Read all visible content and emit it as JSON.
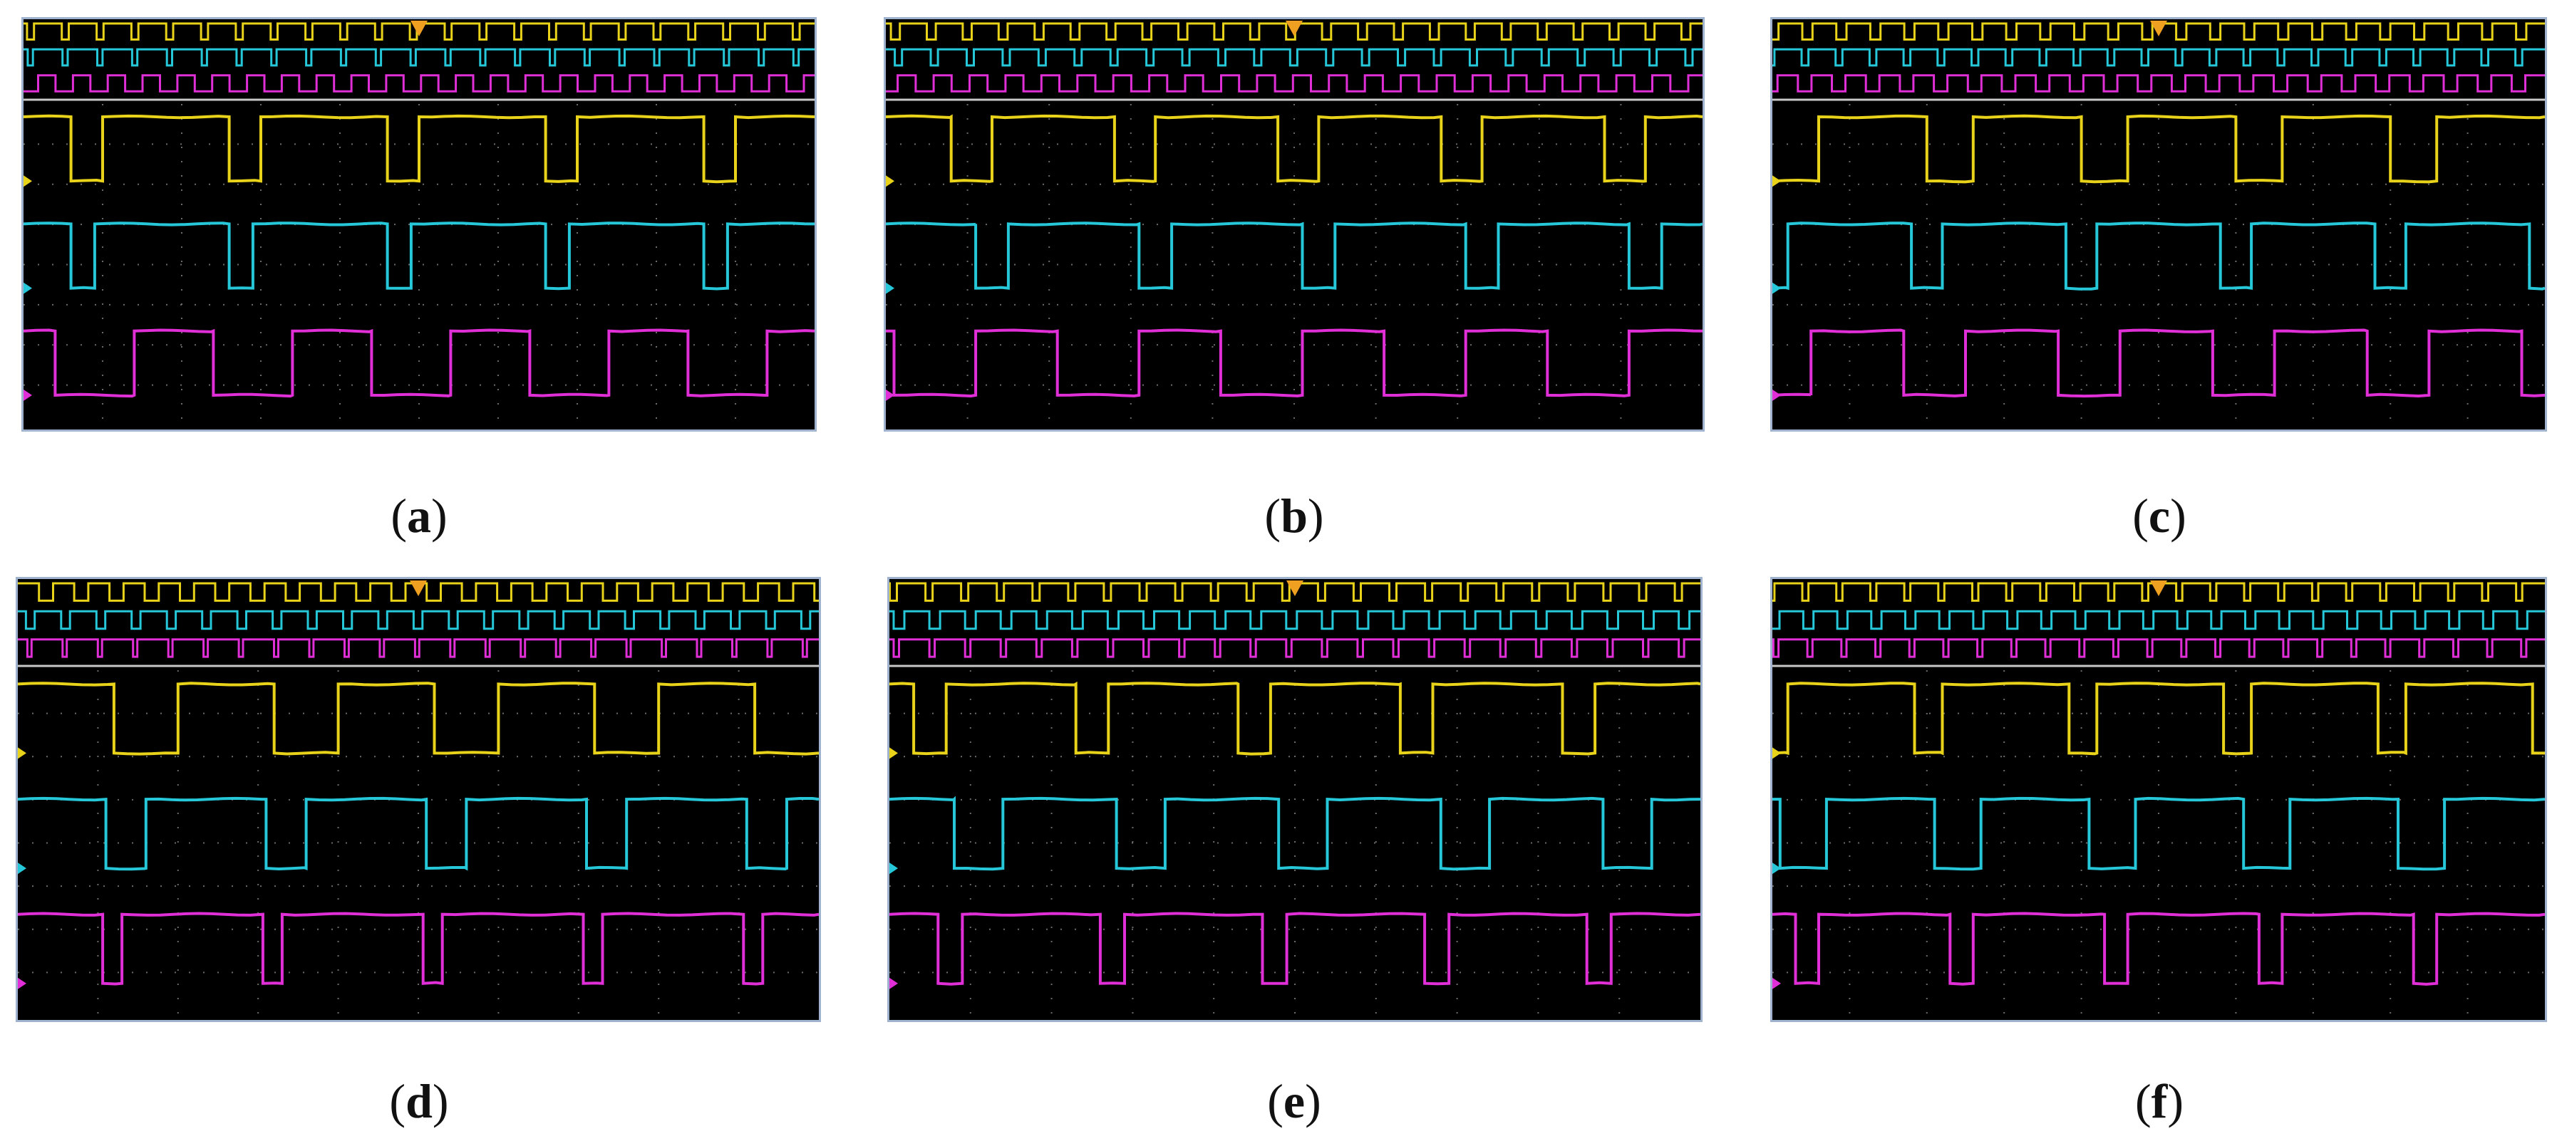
{
  "colors": {
    "ch1": "#e8d21a",
    "ch2": "#25c7d8",
    "ch3": "#e02fd6",
    "trigger": "#f0a020",
    "grid": "#6a6a6a",
    "divider": "#c8c8c8"
  },
  "panels": [
    {
      "id": "a",
      "label": "a",
      "ch1": {
        "period": 0.2,
        "phase": 0.1,
        "duty": 0.8
      },
      "ch2": {
        "period": 0.2,
        "phase": 0.09,
        "duty": 0.85
      },
      "ch3": {
        "period": 0.2,
        "phase": 0.14,
        "duty": 0.5
      }
    },
    {
      "id": "b",
      "label": "b",
      "ch1": {
        "period": 0.2,
        "phase": 0.13,
        "duty": 0.75
      },
      "ch2": {
        "period": 0.2,
        "phase": 0.15,
        "duty": 0.8
      },
      "ch3": {
        "period": 0.2,
        "phase": 0.11,
        "duty": 0.5
      }
    },
    {
      "id": "c",
      "label": "c",
      "ch1": {
        "period": 0.2,
        "phase": 0.06,
        "duty": 0.7
      },
      "ch2": {
        "period": 0.2,
        "phase": 0.02,
        "duty": 0.8
      },
      "ch3": {
        "period": 0.2,
        "phase": 0.05,
        "duty": 0.6
      }
    },
    {
      "id": "d",
      "label": "d",
      "ch1": {
        "period": 0.2,
        "phase": 0.0,
        "duty": 0.6
      },
      "ch2": {
        "period": 0.2,
        "phase": 0.16,
        "duty": 0.75
      },
      "ch3": {
        "period": 0.2,
        "phase": 0.13,
        "duty": 0.88
      }
    },
    {
      "id": "e",
      "label": "e",
      "ch1": {
        "period": 0.2,
        "phase": 0.07,
        "duty": 0.8
      },
      "ch2": {
        "period": 0.2,
        "phase": 0.14,
        "duty": 0.7
      },
      "ch3": {
        "period": 0.2,
        "phase": 0.09,
        "duty": 0.85
      }
    },
    {
      "id": "f",
      "label": "f",
      "ch1": {
        "period": 0.2,
        "phase": 0.02,
        "duty": 0.82
      },
      "ch2": {
        "period": 0.2,
        "phase": 0.07,
        "duty": 0.7
      },
      "ch3": {
        "period": 0.2,
        "phase": 0.06,
        "duty": 0.85
      }
    }
  ]
}
